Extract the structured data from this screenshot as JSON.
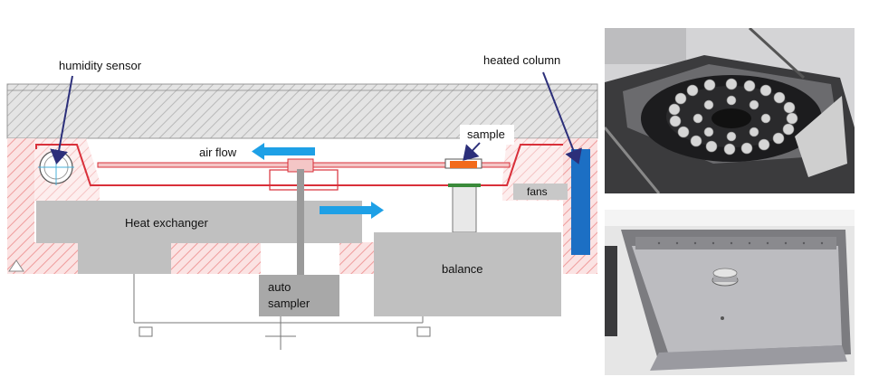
{
  "diagram": {
    "labels": {
      "humidity_sensor": "humidity sensor",
      "heated_column": "heated column",
      "air_flow": "air flow",
      "sample": "sample",
      "fans": "fans",
      "heat_exchanger": "Heat exchanger",
      "auto_sampler_line1": "auto",
      "auto_sampler_line2": "sampler",
      "balance": "balance"
    },
    "colors": {
      "hatch_pink": "#f4b8b8",
      "hatch_gray": "#c8c8c8",
      "block_gray": "#c0c0c0",
      "dark_block": "#a8a8a8",
      "arrow_blue": "#1ea0e6",
      "column_blue": "#1c6fc4",
      "pointer_navy": "#2c2f7a",
      "wall_red": "#d9303a",
      "sample_orange": "#f26a1b"
    }
  },
  "photos": {
    "top": {
      "subject": "autosampler carousel tray photo"
    },
    "bottom": {
      "subject": "single sample pan chamber photo"
    }
  }
}
